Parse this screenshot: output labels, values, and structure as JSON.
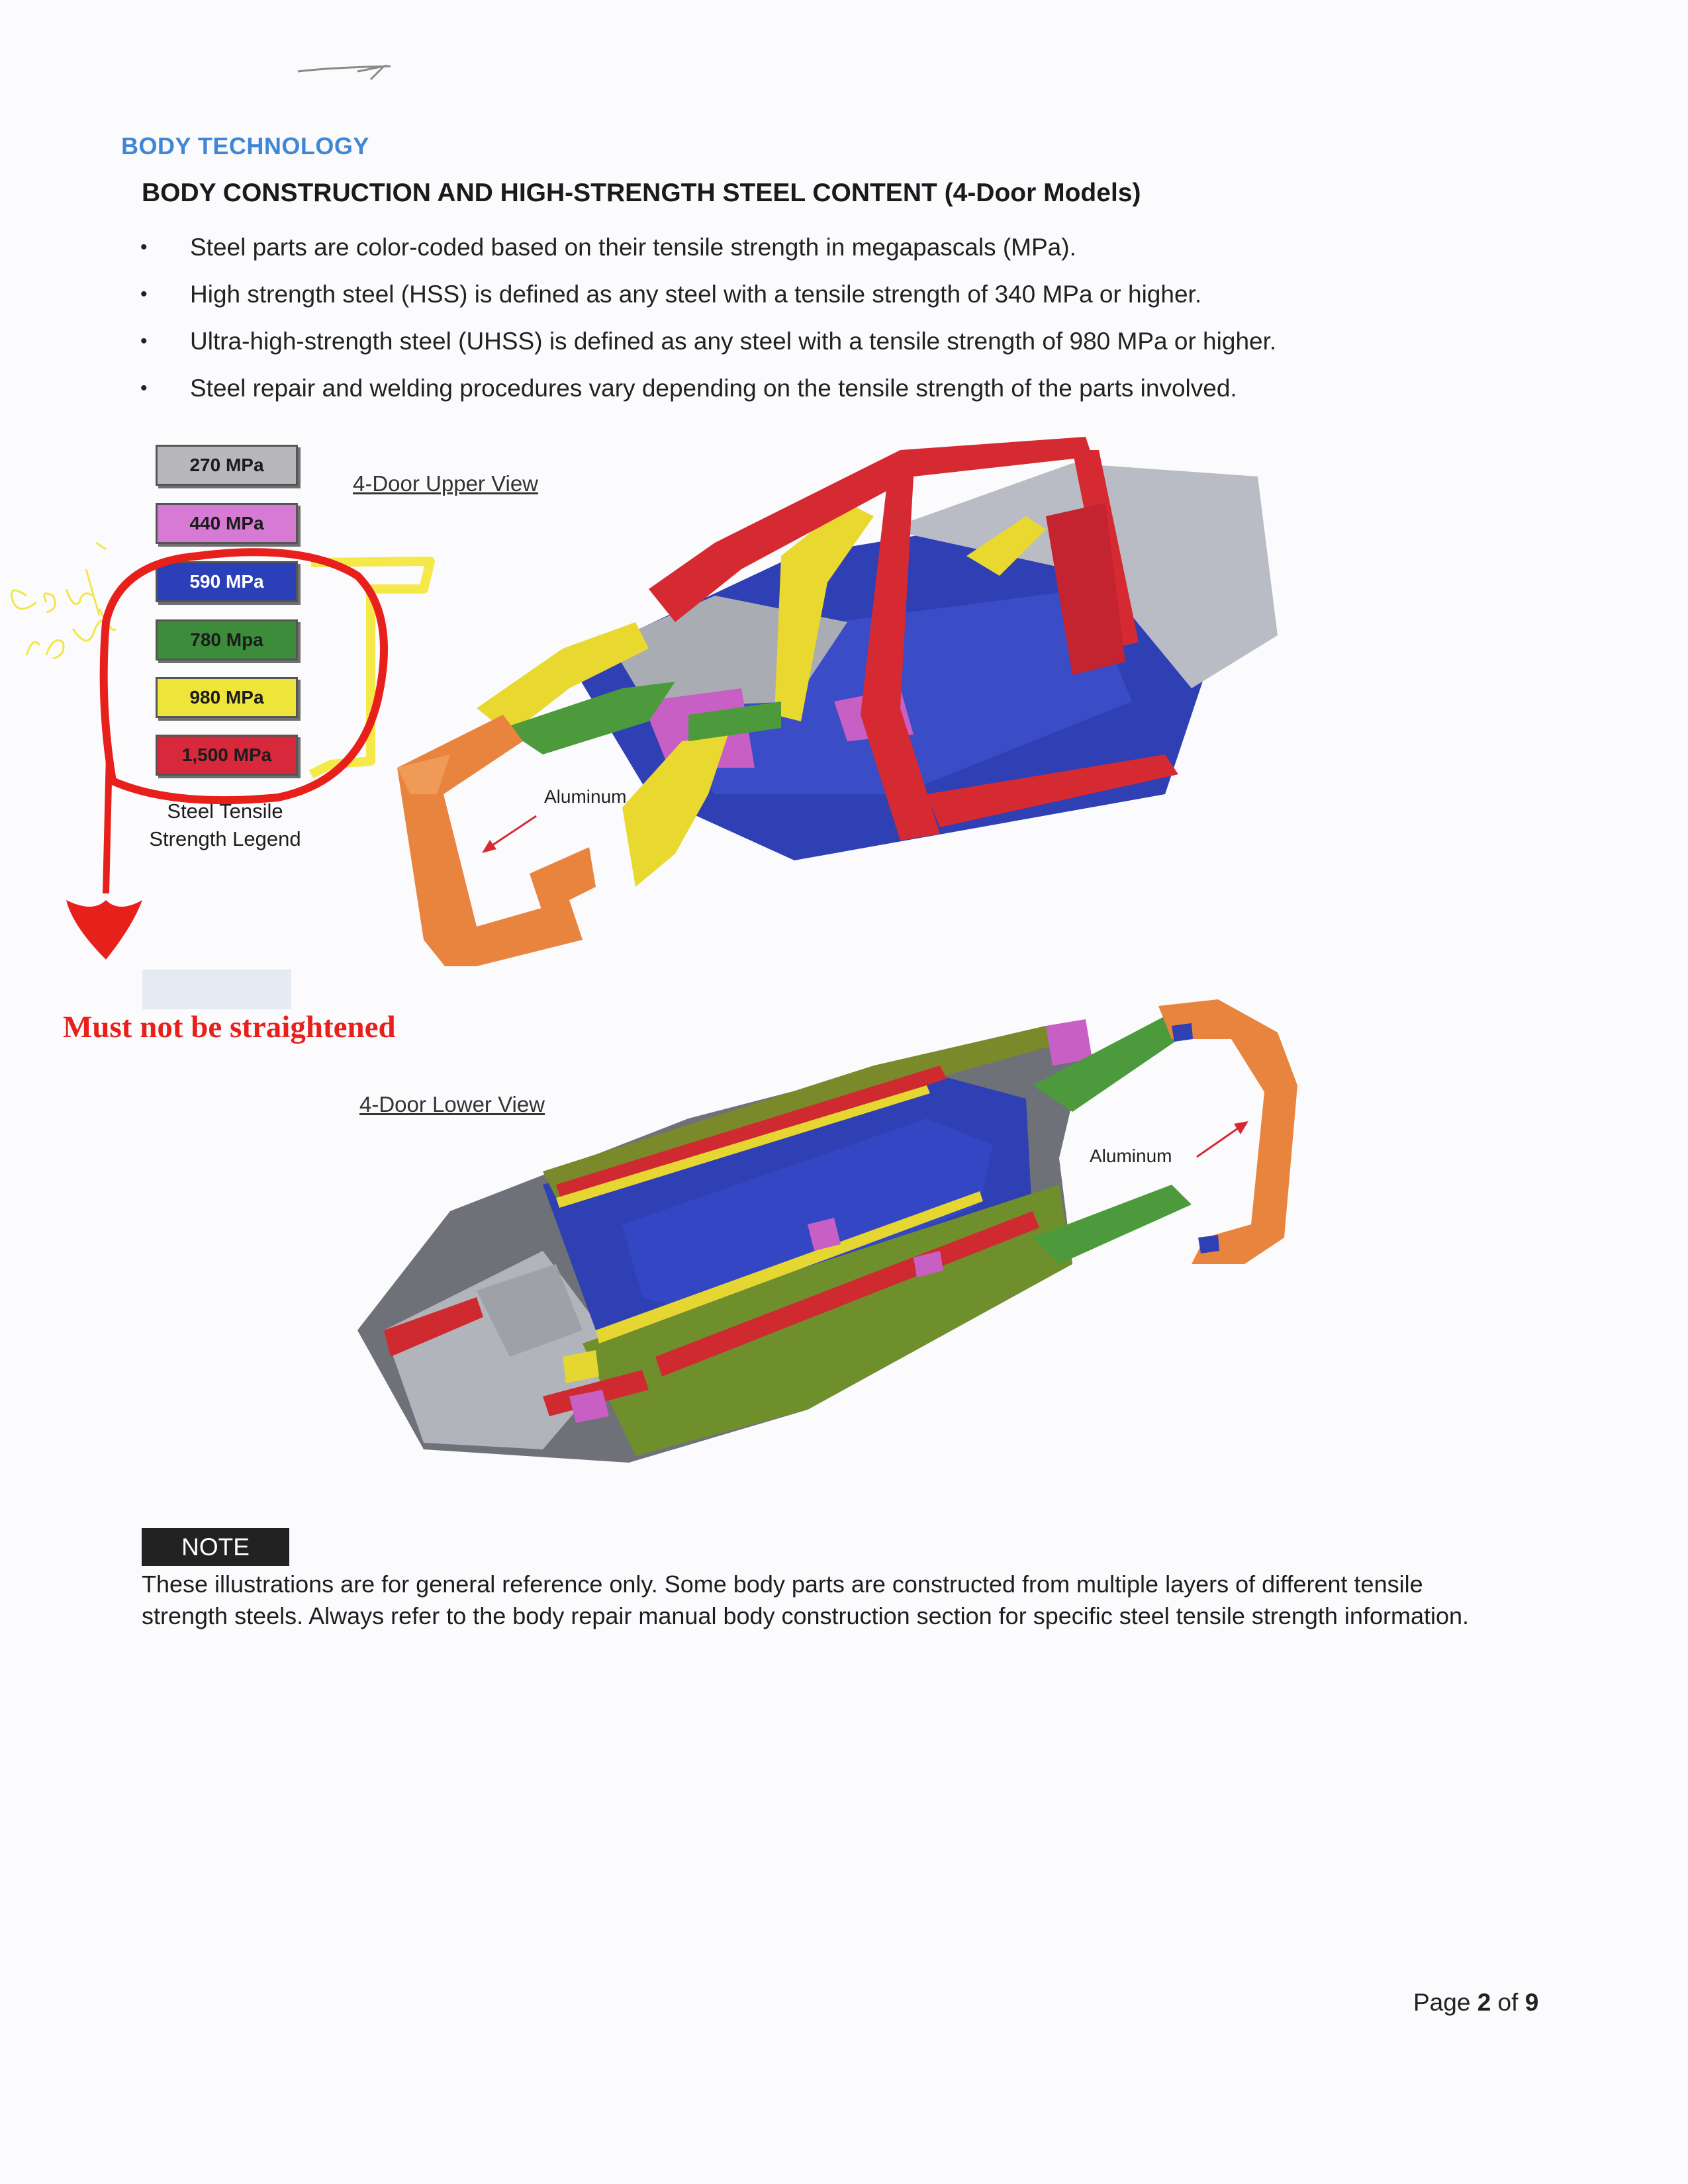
{
  "header": {
    "section": "BODY TECHNOLOGY",
    "title": "BODY CONSTRUCTION AND HIGH-STRENGTH STEEL CONTENT (4-Door Models)"
  },
  "bullets": [
    "Steel parts are color-coded based on their tensile strength in megapascals (MPa).",
    "High strength steel (HSS) is defined as any steel with a tensile strength of 340 MPa or higher.",
    "Ultra-high-strength steel (UHSS) is defined as any steel with a tensile strength of 980 MPa or higher.",
    "Steel repair and welding procedures vary depending on the tensile strength of the parts involved."
  ],
  "legend": {
    "items": [
      {
        "label": "270 MPa",
        "color": "#b8b8bc"
      },
      {
        "label": "440 MPa",
        "color": "#d77ad4"
      },
      {
        "label": "590 MPa",
        "color": "#2b3fb8"
      },
      {
        "label": "780 Mpa",
        "color": "#3c8c3c"
      },
      {
        "label": "980 MPa",
        "color": "#eee43a"
      },
      {
        "label": "1,500 MPa",
        "color": "#d8283c"
      }
    ],
    "caption_line1": "Steel Tensile",
    "caption_line2": "Strength Legend"
  },
  "upper_view": {
    "label": "4-Door Upper View",
    "material_label": "Aluminum"
  },
  "lower_view": {
    "label": "4-Door Lower View",
    "material_label": "Aluminum"
  },
  "note": {
    "badge": "NOTE",
    "text": "These illustrations are for general reference only. Some body parts are constructed from multiple layers of different tensile strength steels. Always refer to the body repair manual body construction section for specific steel tensile strength information."
  },
  "annotations": {
    "handwritten": "can't repair",
    "callout": "Must not be straightened"
  },
  "footer": {
    "page_prefix": "Page ",
    "page_current": "2",
    "page_of": " of ",
    "page_total": "9"
  },
  "colors": {
    "section_title": "#3f86d6",
    "annotation_red": "#e8201b",
    "highlight_yellow": "#f5e94a",
    "aluminum_orange": "#e9854a"
  }
}
